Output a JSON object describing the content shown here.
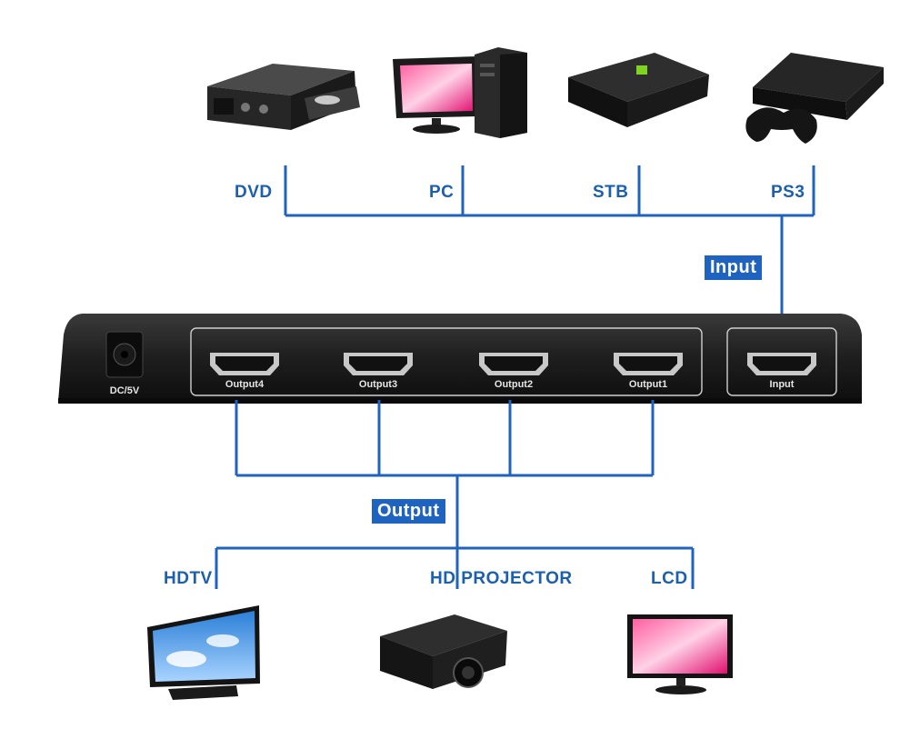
{
  "sources": {
    "dvd": "DVD",
    "pc": "PC",
    "stb": "STB",
    "ps3": "PS3"
  },
  "input_tag": "Input",
  "output_tag": "Output",
  "splitter": {
    "power_label": "DC/5V",
    "ports": [
      "Output4",
      "Output3",
      "Output2",
      "Output1"
    ],
    "input_port": "Input"
  },
  "displays": {
    "hdtv": "HDTV",
    "projector": "HD PROJECTOR",
    "lcd": "LCD"
  },
  "colors": {
    "line": "#1f63c0",
    "label": "#1a5fb0",
    "device": "#1c1c1c"
  }
}
